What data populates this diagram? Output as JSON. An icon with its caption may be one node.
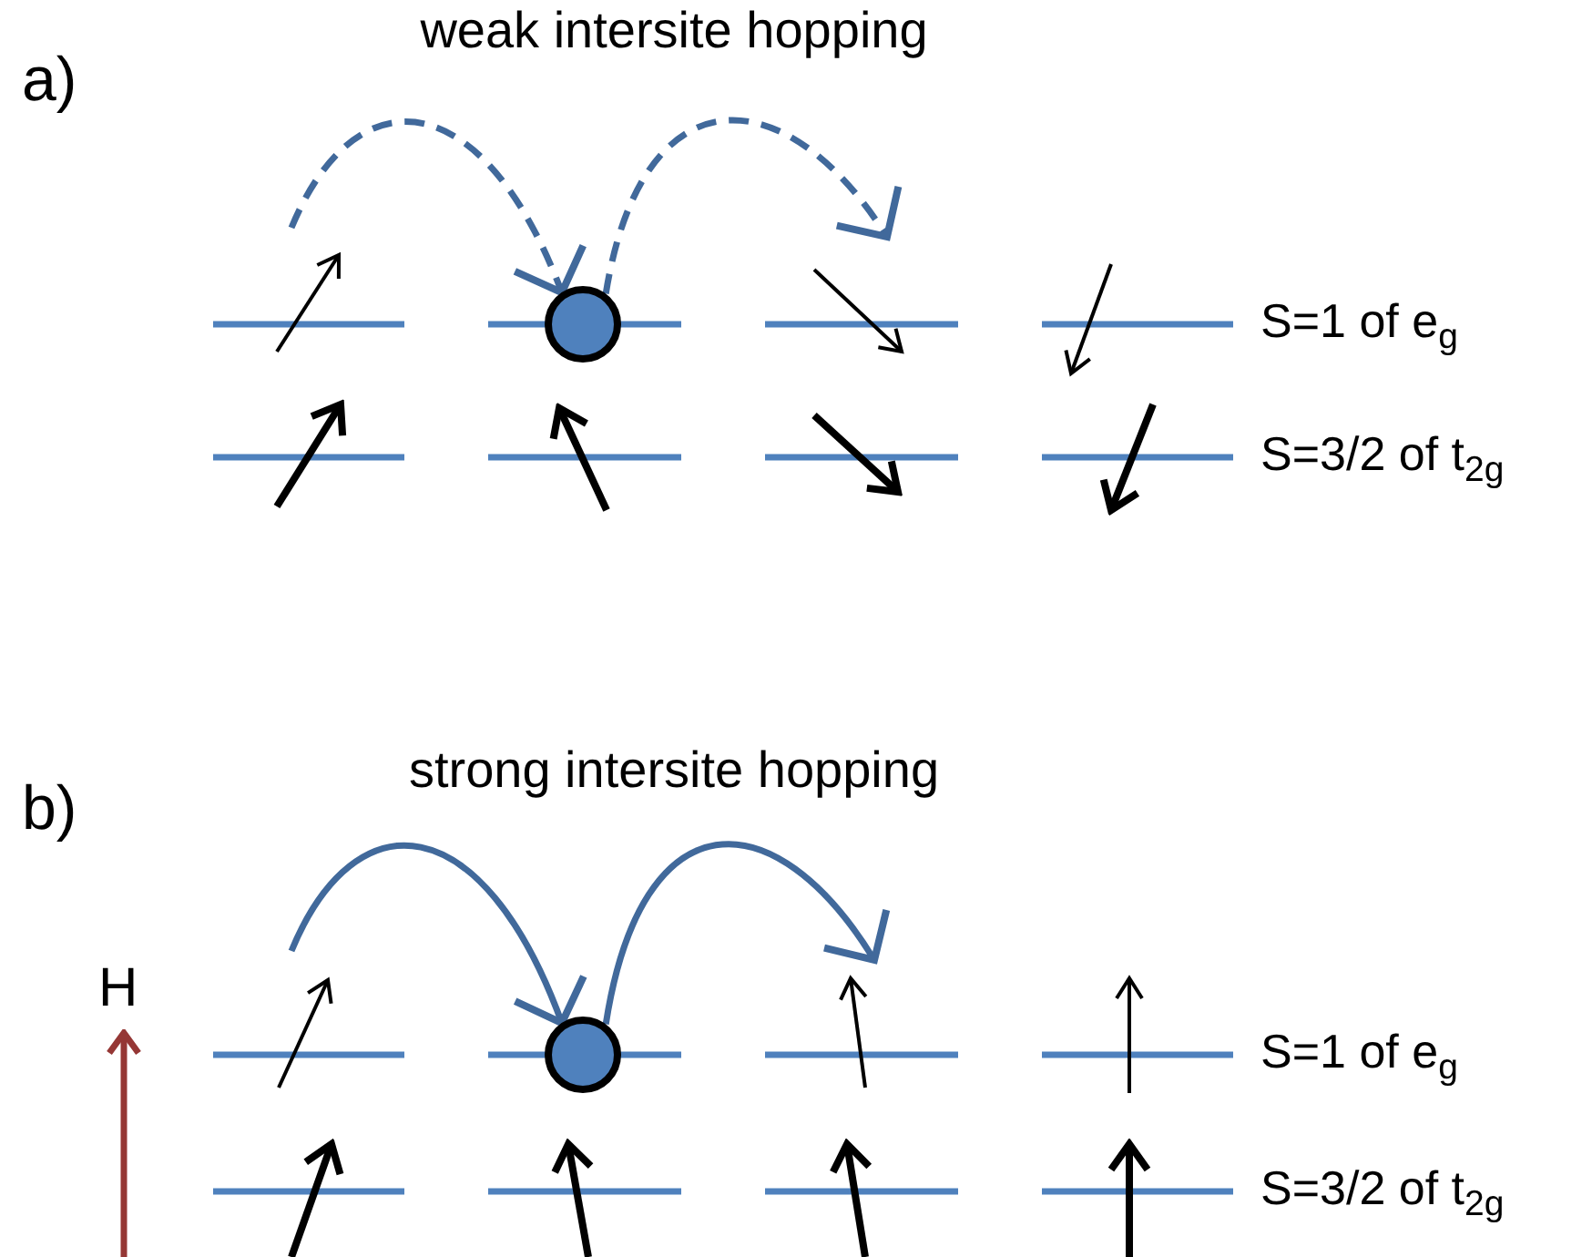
{
  "diagram": {
    "nodes": [
      {
        "text": [],
        "shape": "circle"
      },
      {
        "text": [],
        "shape": "circle"
      }
    ],
    "edges": [
      {
        "from": null,
        "to": 0,
        "arrow": "to",
        "style": "dashed"
      },
      {
        "from": 0,
        "to": null,
        "arrow": "to",
        "style": "dashed"
      },
      {
        "from": null,
        "to": 1,
        "arrow": "to"
      },
      {
        "from": 1,
        "to": null,
        "arrow": "to"
      }
    ],
    "labels": [
      "a)",
      "weak intersite hopping",
      "S=1 of e$_{g}$",
      "S=3/2 of t$_{2g}$",
      "b)",
      "strong intersite hopping",
      "H",
      "S=1 of e$_{g}$",
      "S=3/2 of t$_{2g}$"
    ]
  }
}
